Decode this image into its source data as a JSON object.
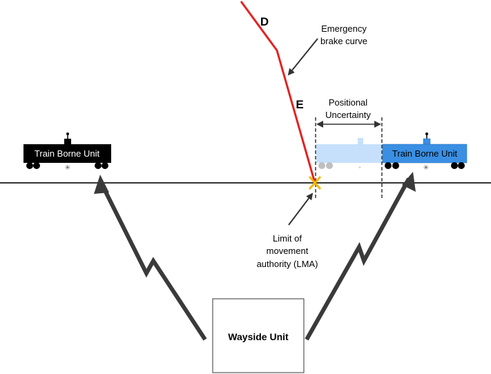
{
  "labels": {
    "curve_d": "D",
    "curve_e": "E",
    "emergency_brake_line1": "Emergency",
    "emergency_brake_line2": "brake curve",
    "positional_line1": "Positional",
    "positional_line2": "Uncertainty",
    "lma_line1": "Limit of",
    "lma_line2": "movement",
    "lma_line3": "authority (LMA)",
    "wayside_unit": "Wayside Unit"
  },
  "trains": {
    "left": {
      "label": "Train Borne Unit",
      "color": "#000000"
    },
    "right": {
      "label": "Train Borne Unit",
      "color": "#3a8fe3"
    },
    "ghost": {
      "color": "#c6e0fb"
    }
  },
  "colors": {
    "track": "#333333",
    "brake_curve": "#e32222",
    "lma_marker": "#f2b705",
    "comm_arrow": "#3a3a3a",
    "annotation_arrow": "#333333"
  }
}
